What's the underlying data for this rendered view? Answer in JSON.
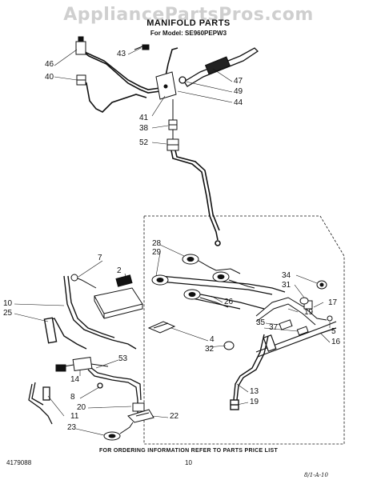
{
  "watermark": "AppliancePartsPros.com",
  "title": "MANIFOLD PARTS",
  "model": "For Model: SE960PEPW3",
  "callouts": {
    "c46": "46",
    "c40": "40",
    "c43": "43",
    "c47": "47",
    "c49": "49",
    "c44": "44",
    "c41": "41",
    "c38": "38",
    "c52": "52",
    "c28": "28",
    "c29": "29",
    "c7": "7",
    "c2": "2",
    "c34": "34",
    "c31": "31",
    "c26": "26",
    "c17": "17",
    "c19": "19",
    "c10": "10",
    "c25": "25",
    "c35": "35",
    "c37": "37",
    "c5": "5",
    "c4": "4",
    "c32": "32",
    "c16": "16",
    "c53": "53",
    "c14": "14",
    "c13": "13",
    "c8": "8",
    "c19b": "19",
    "c20": "20",
    "c11": "11",
    "c22": "22",
    "c23": "23"
  },
  "footer": "FOR ORDERING INFORMATION REFER TO PARTS PRICE LIST",
  "doc_number": "4179088",
  "page_number": "10",
  "signature": "8/1-A-10"
}
